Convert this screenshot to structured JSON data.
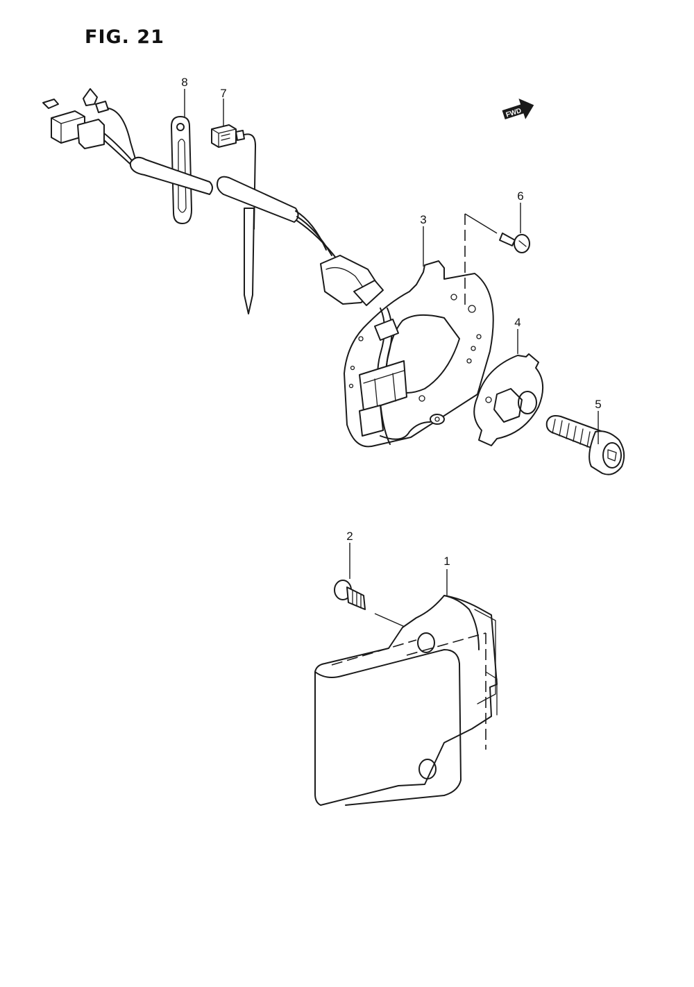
{
  "figure": {
    "title": "FIG. 21"
  },
  "direction_badge": {
    "label": "FWD"
  },
  "callouts": [
    "1",
    "2",
    "3",
    "4",
    "5",
    "6",
    "7",
    "8"
  ]
}
